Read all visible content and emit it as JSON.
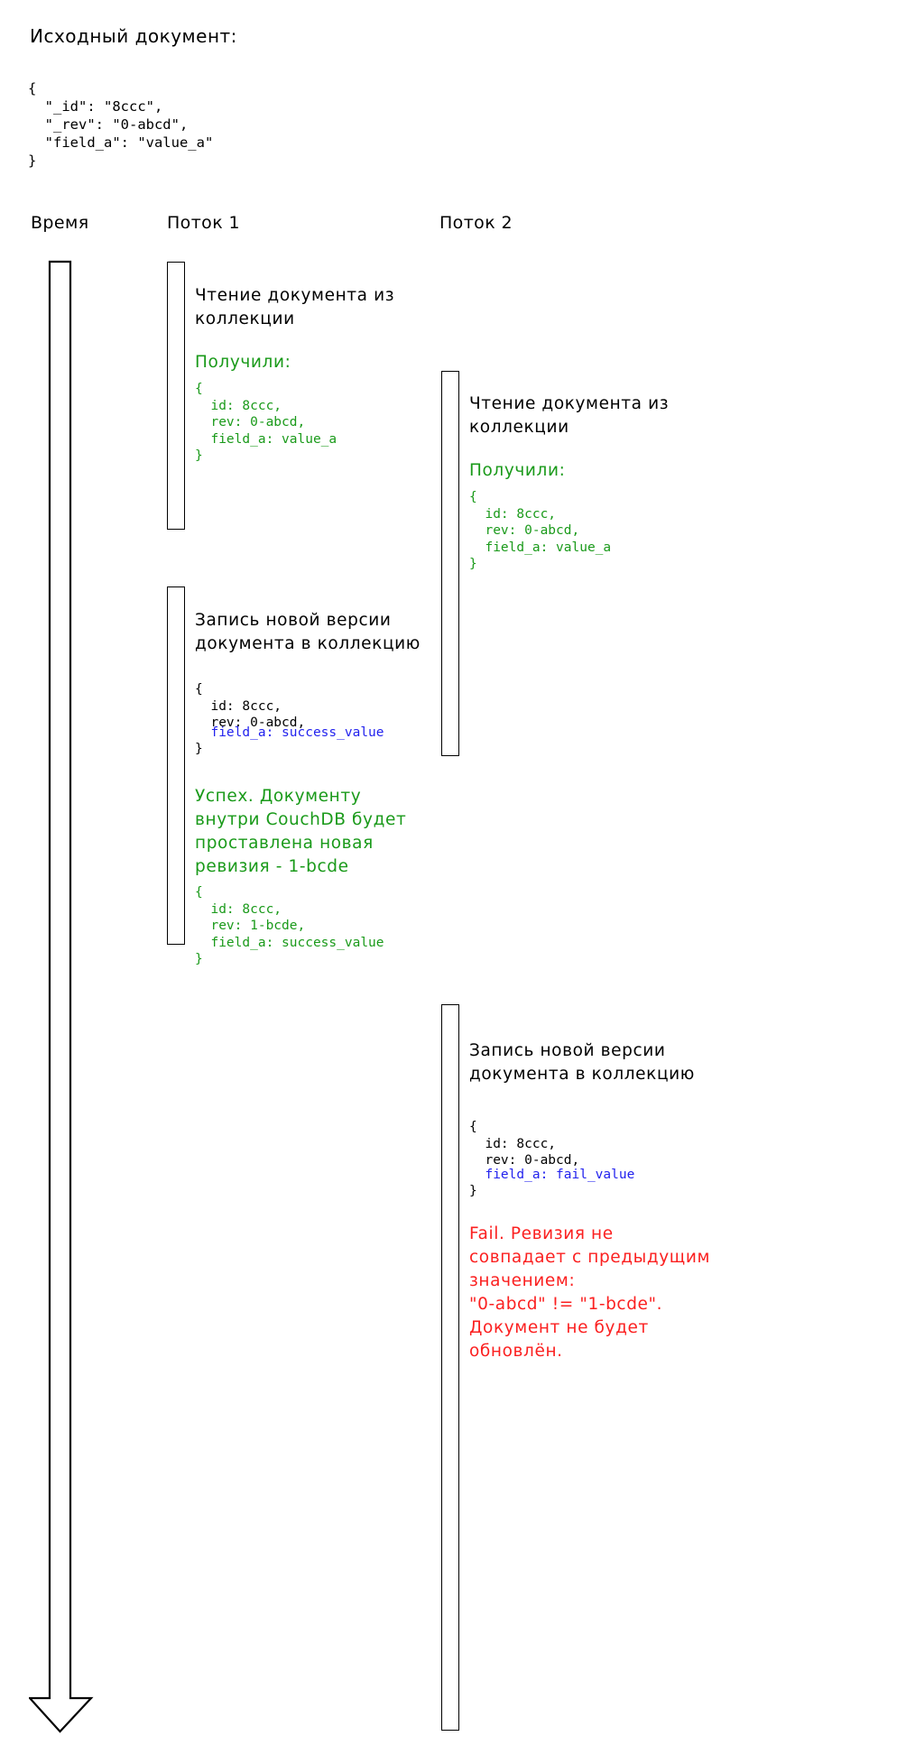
{
  "source": {
    "title": "Исходный документ:",
    "json": "{\n  \"_id\": \"8ccc\",\n  \"_rev\": \"0-abcd\",\n  \"field_a\": \"value_a\"\n}"
  },
  "columns": {
    "time": "Время",
    "thread1": "Поток 1",
    "thread2": "Поток 2"
  },
  "colors": {
    "text": "#000000",
    "success": "#1a9a1a",
    "highlight": "#2222ee",
    "fail": "#fb2020",
    "stroke": "#000000"
  },
  "thread1": {
    "step1": {
      "action": "Чтение документа из\nколлекции",
      "result_label": "Получили:",
      "result_json": "{\n  id: 8ccc,\n  rev: 0-abcd,\n  field_a: value_a\n}"
    },
    "step2": {
      "action": "Запись новой версии\nдокумента в коллекцию",
      "payload_head": "{\n  id: 8ccc,\n  rev: 0-abcd,",
      "payload_highlight": "  field_a: success_value",
      "payload_tail": "}",
      "outcome": "Успех. Документу\nвнутри CouchDB будет\nпроставлена новая\nревизия - 1-bcde",
      "stored_json": "{\n  id: 8ccc,\n  rev: 1-bcde,\n  field_a: success_value\n}"
    }
  },
  "thread2": {
    "step1": {
      "action": "Чтение документа из\nколлекции",
      "result_label": "Получили:",
      "result_json": "{\n  id: 8ccc,\n  rev: 0-abcd,\n  field_a: value_a\n}"
    },
    "step2": {
      "action": "Запись новой версии\nдокумента в коллекцию",
      "payload_head": "{\n  id: 8ccc,\n  rev: 0-abcd,",
      "payload_highlight": "  field_a: fail_value",
      "payload_tail": "}",
      "outcome": "Fail. Ревизия не\nсовпадает с предыдущим\nзначением:\n\"0-abcd\" != \"1-bcde\".\nДокумент не будет\nобновлён."
    }
  }
}
